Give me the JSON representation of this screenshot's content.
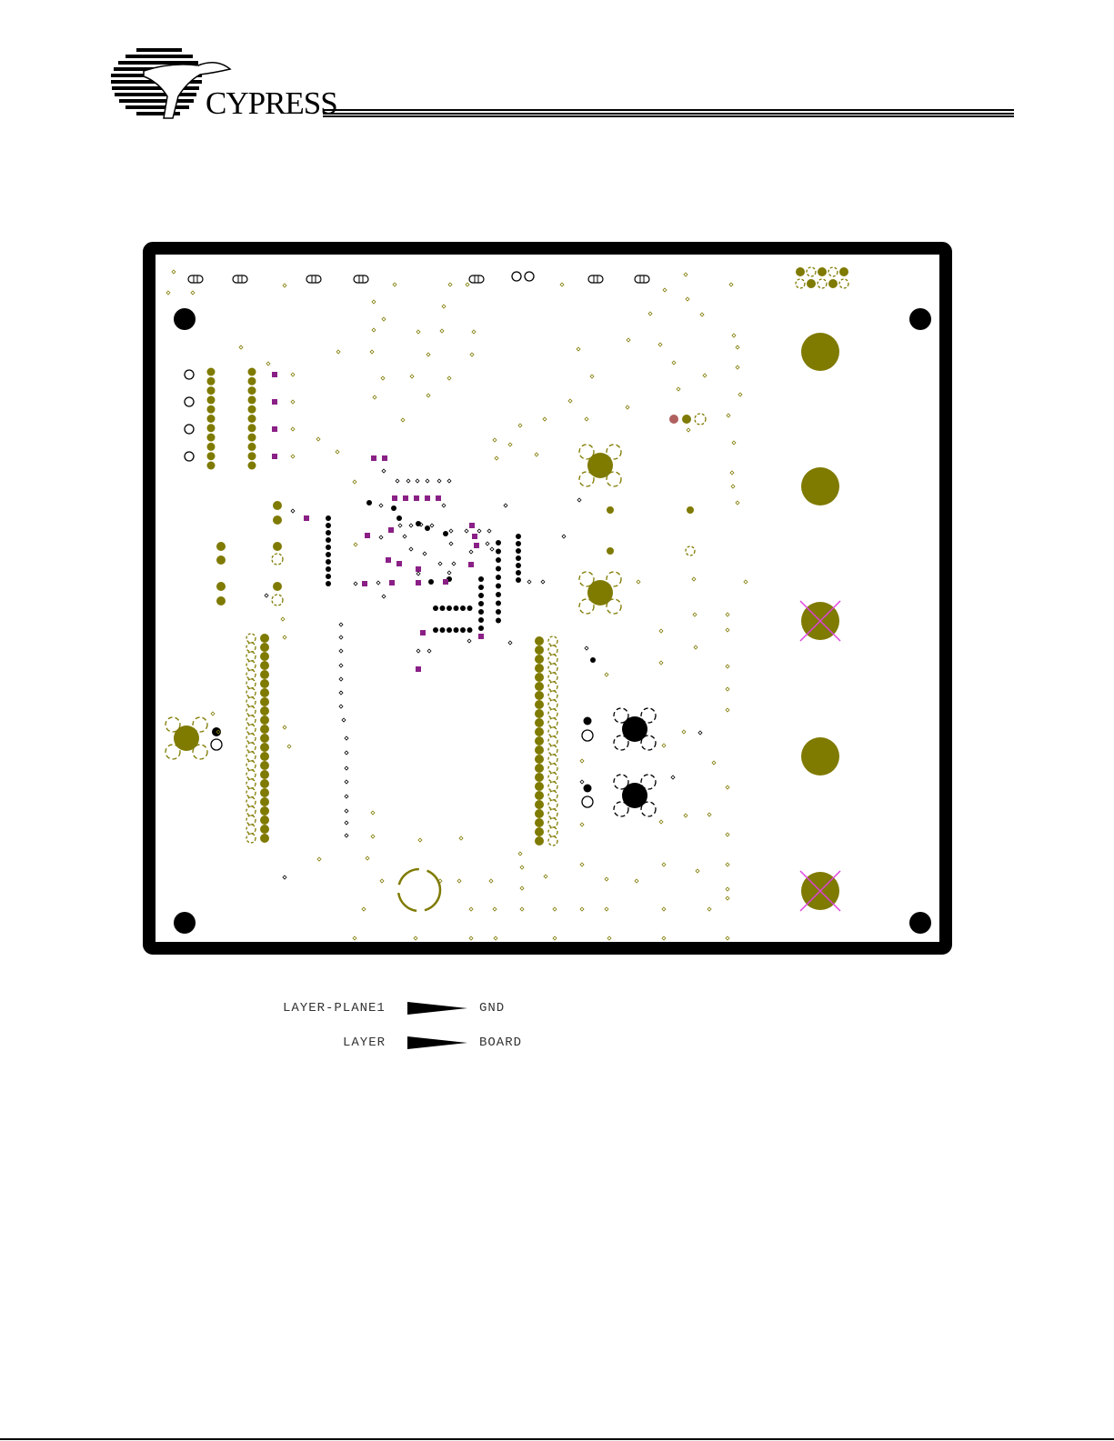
{
  "header": {
    "brand": "CYPRESS",
    "logo_icon": "cypress-tree-logo-icon"
  },
  "figure": {
    "legend": [
      {
        "layer": "LAYER-PLANE1",
        "net": "GND"
      },
      {
        "layer": "LAYER",
        "net": "BOARD"
      }
    ]
  },
  "colors": {
    "board_outline": "#000000",
    "pad": "#7f7a00",
    "via_outline": "#8c8600",
    "marked_pad": "#8a1f86",
    "no_connect": "#e040e0",
    "ink": "#000000"
  }
}
